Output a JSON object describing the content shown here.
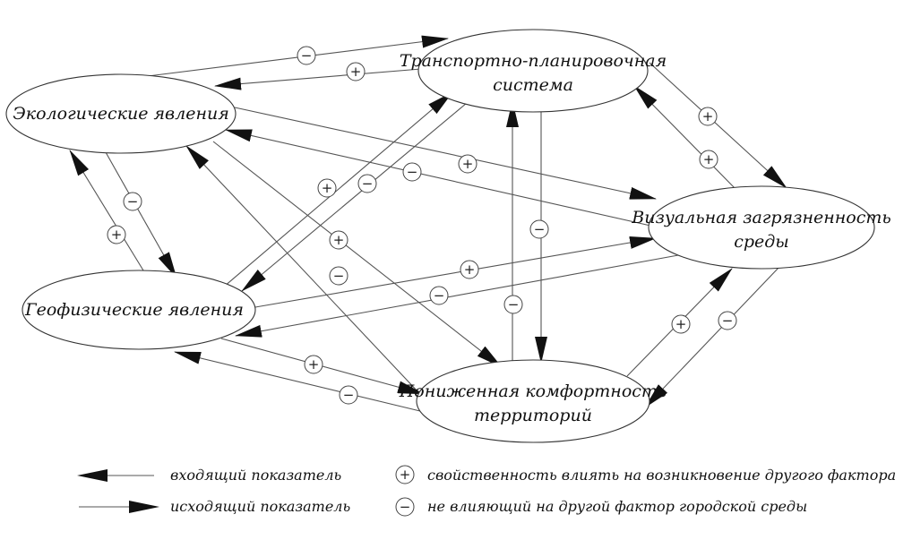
{
  "nodes": {
    "ecological": {
      "lines": [
        "Экологические явления"
      ]
    },
    "transport": {
      "lines": [
        "Транспортно-планировочная",
        "система"
      ]
    },
    "visual": {
      "lines": [
        "Визуальная загрязненность",
        "среды"
      ]
    },
    "geophysical": {
      "lines": [
        "Геофизические явления"
      ]
    },
    "comfort": {
      "lines": [
        "Пониженная комфортность",
        "территорий"
      ]
    }
  },
  "edges": [
    {
      "id": "eco-to-trans",
      "from": "ecological",
      "to": "transport",
      "sign": "−"
    },
    {
      "id": "trans-to-eco",
      "from": "transport",
      "to": "ecological",
      "sign": "+"
    },
    {
      "id": "trans-to-vis",
      "from": "transport",
      "to": "visual",
      "sign": "+"
    },
    {
      "id": "vis-to-trans",
      "from": "visual",
      "to": "transport",
      "sign": "+"
    },
    {
      "id": "eco-to-vis",
      "from": "ecological",
      "to": "visual",
      "sign": "+"
    },
    {
      "id": "vis-to-eco",
      "from": "visual",
      "to": "ecological",
      "sign": "−"
    },
    {
      "id": "eco-to-geo",
      "from": "ecological",
      "to": "geophysical",
      "sign": "−"
    },
    {
      "id": "geo-to-eco",
      "from": "geophysical",
      "to": "ecological",
      "sign": "+"
    },
    {
      "id": "geo-to-trans",
      "from": "geophysical",
      "to": "transport",
      "sign": "+"
    },
    {
      "id": "trans-to-geo",
      "from": "transport",
      "to": "geophysical",
      "sign": "−"
    },
    {
      "id": "eco-to-comf",
      "from": "ecological",
      "to": "comfort",
      "sign": "+"
    },
    {
      "id": "comf-to-eco",
      "from": "comfort",
      "to": "ecological",
      "sign": "−"
    },
    {
      "id": "trans-to-comf",
      "from": "transport",
      "to": "comfort",
      "sign": "−"
    },
    {
      "id": "comf-to-trans",
      "from": "comfort",
      "to": "transport",
      "sign": "−"
    },
    {
      "id": "geo-to-vis",
      "from": "geophysical",
      "to": "visual",
      "sign": "+"
    },
    {
      "id": "vis-to-geo",
      "from": "visual",
      "to": "geophysical",
      "sign": "−"
    },
    {
      "id": "geo-to-comf",
      "from": "geophysical",
      "to": "comfort",
      "sign": "+"
    },
    {
      "id": "comf-to-geo",
      "from": "comfort",
      "to": "geophysical",
      "sign": "−"
    },
    {
      "id": "comf-to-vis",
      "from": "comfort",
      "to": "visual",
      "sign": "+"
    },
    {
      "id": "vis-to-comf",
      "from": "visual",
      "to": "comfort",
      "sign": "−"
    }
  ],
  "legend": {
    "incoming": "входящий показатель",
    "outgoing": "исходящий показатель",
    "plus_symbol": "+",
    "plus_text": "свойственность влиять на возникновение другого фактора",
    "minus_symbol": "−",
    "minus_text": "не влияющий на другой фактор городской среды"
  }
}
